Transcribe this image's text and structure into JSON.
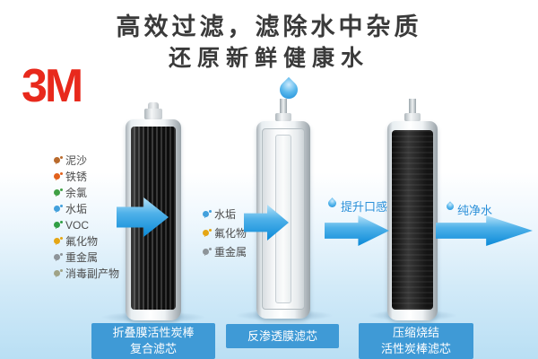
{
  "header": {
    "title_line1": "高效过滤，滤除水中杂质",
    "title_line2": "还原新鲜健康水"
  },
  "brand": {
    "logo_text": "3M",
    "color": "#e8291c"
  },
  "stage1": {
    "contaminants": [
      {
        "label": "泥沙",
        "color": "#b96a2c"
      },
      {
        "label": "铁锈",
        "color": "#e2611c"
      },
      {
        "label": "余氯",
        "color": "#3fa044"
      },
      {
        "label": "水垢",
        "color": "#42a0dc"
      },
      {
        "label": "VOC",
        "color": "#2f9e44"
      },
      {
        "label": "氟化物",
        "color": "#e5a614"
      },
      {
        "label": "重金属",
        "color": "#8d9499"
      },
      {
        "label": "消毒副产物",
        "color": "#a0a387"
      }
    ],
    "caption_line1": "折叠膜活性炭棒",
    "caption_line2": "复合滤芯"
  },
  "stage2": {
    "contaminants": [
      {
        "label": "水垢",
        "color": "#42a0dc"
      },
      {
        "label": "氟化物",
        "color": "#e5a614"
      },
      {
        "label": "重金属",
        "color": "#8d9499"
      }
    ],
    "caption_line1": "反渗透膜滤芯"
  },
  "stage3": {
    "benefit_label": "提升口感",
    "caption_line1": "压缩烧结",
    "caption_line2": "活性炭棒滤芯"
  },
  "output": {
    "label": "纯净水"
  },
  "accent": {
    "arrow_blue": "#0a8ad8",
    "caption_bg": "#3f9ad6",
    "benefit_text": "#2b90d9"
  }
}
